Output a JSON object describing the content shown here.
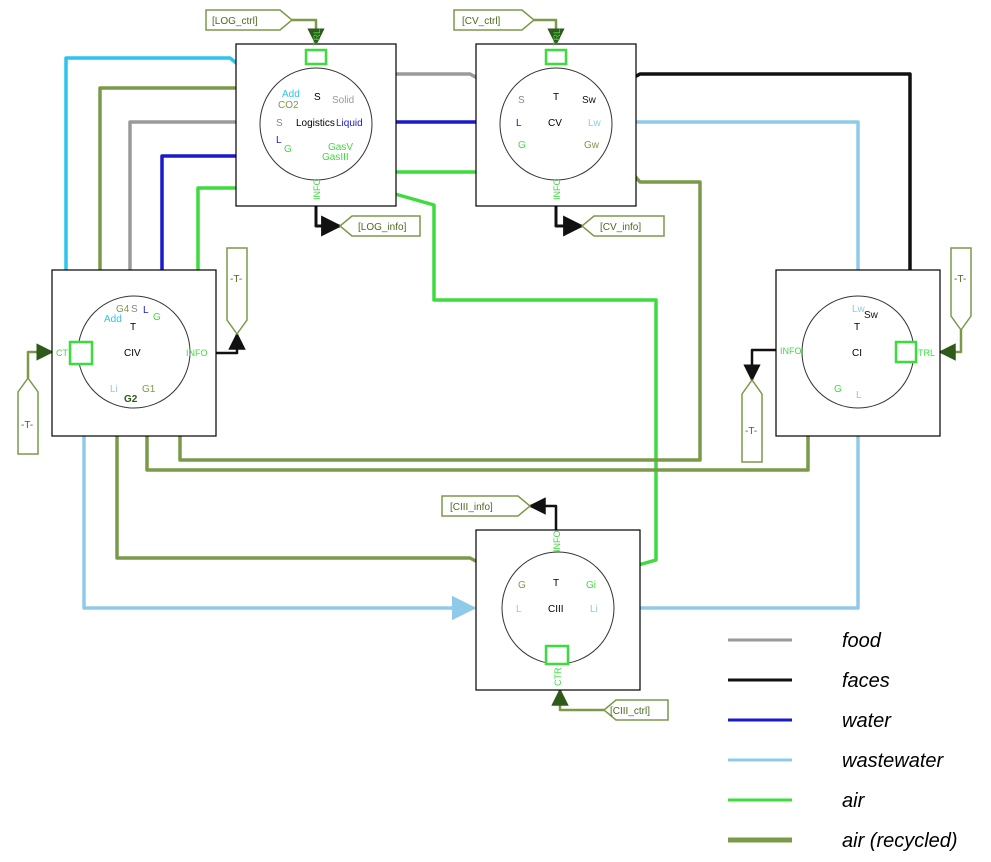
{
  "colors": {
    "food": "#9a9a9a",
    "faces": "#111111",
    "water": "#1a1acc",
    "wastewater": "#8fcbe8",
    "air": "#3ddc3d",
    "air_recycled": "#7a9a4a",
    "tag_stroke": "#7a9a4a",
    "tag_text": "#4a6a1e",
    "cyan": "#2ec4ee"
  },
  "tags": {
    "log_ctrl": "[LOG_ctrl]",
    "cv_ctrl": "[CV_ctrl]",
    "log_info": "[LOG_info]",
    "cv_info": "[CV_info]",
    "ciii_info": "[CIII_info]",
    "ciii_ctrl": "[CIII_ctrl]",
    "t_left": "-T-",
    "t_civ": "-T-",
    "t_ci_left": "-T-",
    "t_ci_right": "-T-"
  },
  "blocks": {
    "logistics": {
      "name": "Logistics",
      "ports": {
        "trl": "TRL",
        "s_top": "S",
        "add": "Add",
        "co2": "CO2",
        "s_left": "S",
        "l": "L",
        "g": "G",
        "solid": "Solid",
        "liquid": "Liquid",
        "gasv": "GasV",
        "gasiii": "GasIII",
        "info": "INFO"
      }
    },
    "cv": {
      "name": "CV",
      "ports": {
        "trl": "TRL",
        "t": "T",
        "s": "S",
        "l": "L",
        "g": "G",
        "sw": "Sw",
        "lw": "Lw",
        "gw": "Gw",
        "info": "INFO"
      }
    },
    "civ": {
      "name": "CIV",
      "ports": {
        "t": "T",
        "g4": "G4",
        "s": "S",
        "add": "Add",
        "l": "L",
        "g": "G",
        "ct": "CT",
        "info": "INFO",
        "li": "Li",
        "g2": "G2",
        "g1": "G1"
      }
    },
    "ci": {
      "name": "CI",
      "ports": {
        "t": "T",
        "lw": "Lw",
        "sw": "Sw",
        "info": "INFO",
        "trl": "TRL",
        "g": "G",
        "l": "L"
      }
    },
    "ciii": {
      "name": "CIII",
      "ports": {
        "t": "T",
        "info": "INFO",
        "g": "G",
        "l": "L",
        "gi": "Gi",
        "li": "Li",
        "ctr": "CTR"
      }
    }
  },
  "legend": [
    {
      "label": "food",
      "color": "#9a9a9a"
    },
    {
      "label": "faces",
      "color": "#111111"
    },
    {
      "label": "water",
      "color": "#1a1acc"
    },
    {
      "label": "wastewater",
      "color": "#8fcbe8"
    },
    {
      "label": "air",
      "color": "#3ddc3d"
    },
    {
      "label": "air (recycled)",
      "color": "#7a9a4a"
    }
  ]
}
